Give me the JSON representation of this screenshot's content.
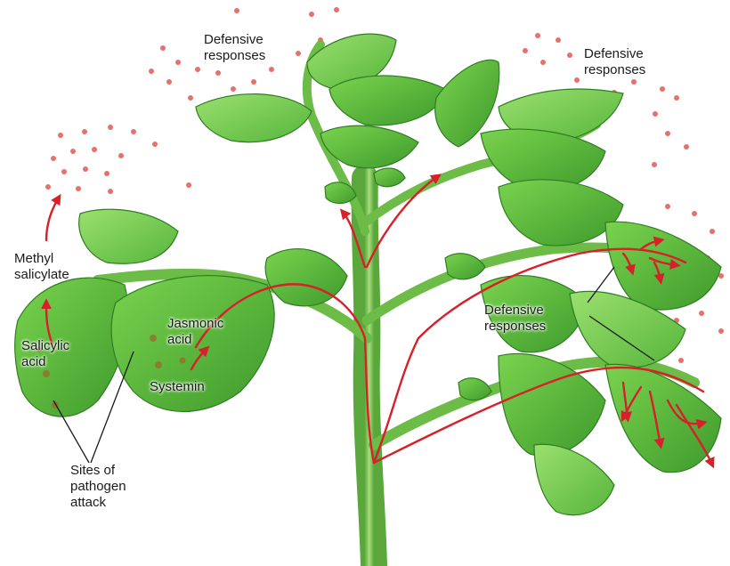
{
  "labels": {
    "defensive_top_left": [
      "Defensive",
      "responses"
    ],
    "defensive_top_right": [
      "Defensive",
      "responses"
    ],
    "methyl_salicylate": [
      "Methyl",
      "salicylate"
    ],
    "jasmonic_acid": [
      "Jasmonic",
      "acid"
    ],
    "salicylic_acid": [
      "Salicylic",
      "acid"
    ],
    "systemin": "Systemin",
    "defensive_middle_right": [
      "Defensive",
      "responses"
    ],
    "sites_of_attack": [
      "Sites of",
      "pathogen",
      "attack"
    ]
  },
  "colors": {
    "leaf": "#5cbf3a",
    "leaf_dark": "#2f8a24",
    "stem": "#7cc456",
    "signal": "#d8202a",
    "volatile_dot": "#e8706a"
  }
}
